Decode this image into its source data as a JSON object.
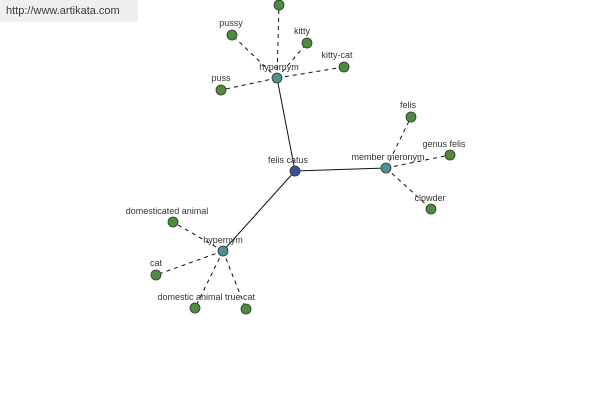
{
  "url": "http://www.artikata.com",
  "colors": {
    "center": "#3b4f99",
    "relation": "#4f9192",
    "term": "#4e8b3e"
  },
  "nodes": {
    "center": "felis catus",
    "hyp_top": "hypernym",
    "hyp_bottom": "hypernym",
    "meronym": "member meronym",
    "pussy": "pussy",
    "kitty": "kitty",
    "kitty_cat": "kitty-cat",
    "puss": "puss",
    "felis": "felis",
    "genus_felis": "genus felis",
    "clowder": "clowder",
    "domesticated_animal": "domesticated animal",
    "cat": "cat",
    "domestic_animal": "domestic animal",
    "true_cat": "true cat"
  }
}
